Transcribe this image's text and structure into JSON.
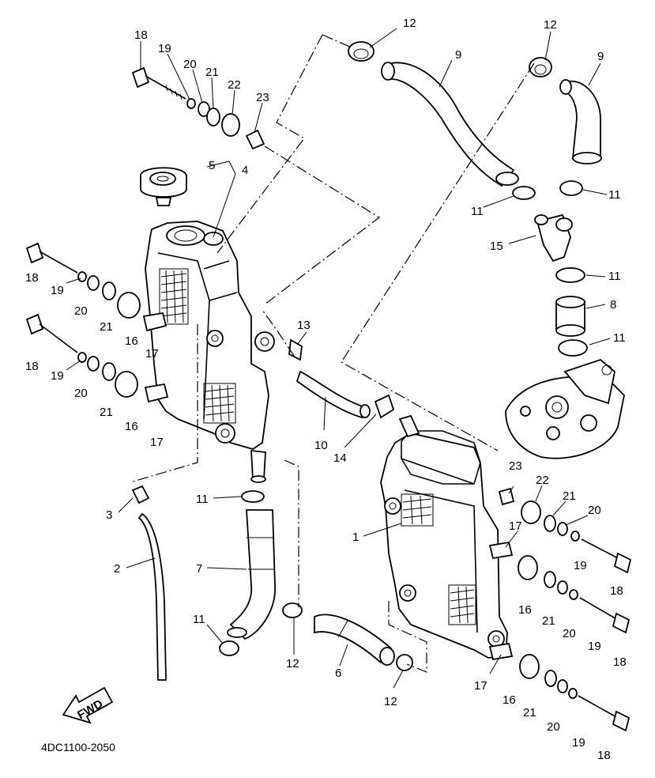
{
  "diagram_code": "4DC1100-2050",
  "fwd_label": "FWD",
  "labels": {
    "p1": "1",
    "p2": "2",
    "p3": "3",
    "p4": "4",
    "p5": "5",
    "p6": "6",
    "p7": "7",
    "p8": "8",
    "p9": "9",
    "p10": "10",
    "p11": "11",
    "p12": "12",
    "p13": "13",
    "p14": "14",
    "p15": "15",
    "p16": "16",
    "p17": "17",
    "p18": "18",
    "p19": "19",
    "p20": "20",
    "p21": "21",
    "p22": "22",
    "p23": "23"
  }
}
